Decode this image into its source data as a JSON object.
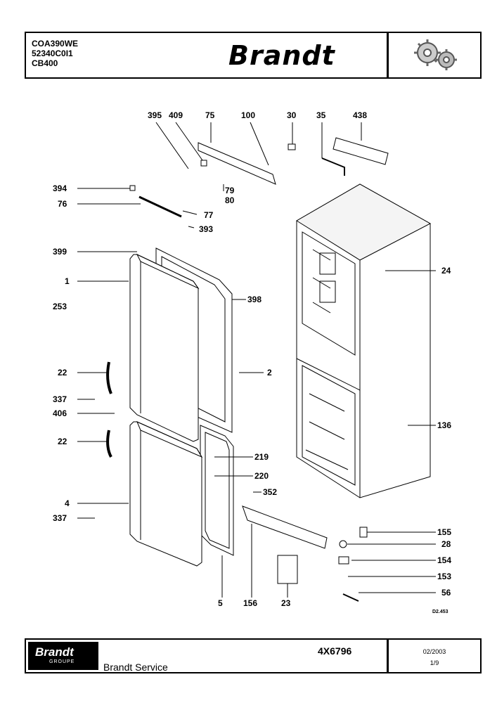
{
  "header": {
    "models": [
      "COA390WE",
      "52340C0I1",
      "CB400"
    ],
    "brand": "Brandt",
    "logo_icon": "gears-icon"
  },
  "diagram": {
    "reference": "D2.453",
    "labels": {
      "p395": "395",
      "p409": "409",
      "p75": "75",
      "p100": "100",
      "p30": "30",
      "p35": "35",
      "p438": "438",
      "p394": "394",
      "p76": "76",
      "p79": "79",
      "p80": "80",
      "p77": "77",
      "p393": "393",
      "p399": "399",
      "p1": "1",
      "p253": "253",
      "p398": "398",
      "p24": "24",
      "p22a": "22",
      "p2": "2",
      "p337a": "337",
      "p406": "406",
      "p136": "136",
      "p22b": "22",
      "p219": "219",
      "p220": "220",
      "p352": "352",
      "p4": "4",
      "p337b": "337",
      "p155": "155",
      "p28": "28",
      "p154": "154",
      "p153": "153",
      "p56": "56",
      "p5": "5",
      "p156": "156",
      "p23": "23"
    }
  },
  "footer": {
    "logo_text": "Brandt",
    "logo_sub": "GROUPE",
    "service": "Brandt Service",
    "code": "4X6796",
    "date": "02/2003",
    "page": "1/9"
  }
}
